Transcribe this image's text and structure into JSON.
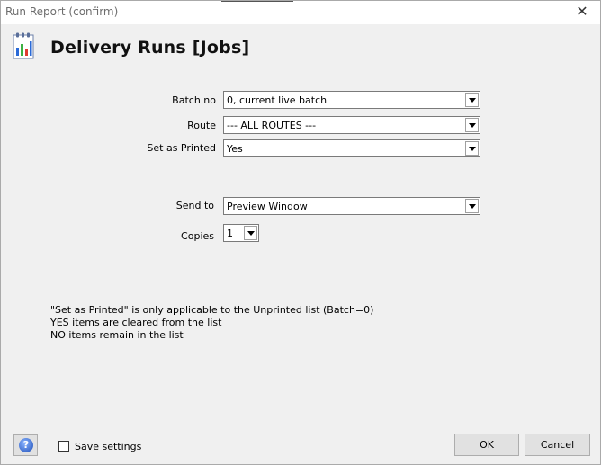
{
  "window": {
    "title": "Run Report (confirm)",
    "close_glyph": "✕"
  },
  "icons": {
    "report": "report-chart-icon",
    "help": "help-icon",
    "close": "close-icon"
  },
  "report": {
    "heading": "Delivery Runs  [Jobs]"
  },
  "form": {
    "batch_no": {
      "label": "Batch no",
      "value": "0,   current live batch"
    },
    "route": {
      "label": "Route",
      "value": "--- ALL ROUTES ---"
    },
    "set_as_printed": {
      "label": "Set as Printed",
      "value": "Yes"
    },
    "send_to": {
      "label": "Send to",
      "value": "Preview Window"
    },
    "copies": {
      "label": "Copies",
      "value": "1"
    }
  },
  "notes": [
    "\"Set as Printed\" is only applicable to the Unprinted list (Batch=0)",
    "YES  items are cleared from the list",
    "NO  items remain in the list"
  ],
  "footer": {
    "help_glyph": "?",
    "save_settings_label": "Save settings",
    "save_settings_checked": false,
    "ok_label": "OK",
    "cancel_label": "Cancel"
  }
}
